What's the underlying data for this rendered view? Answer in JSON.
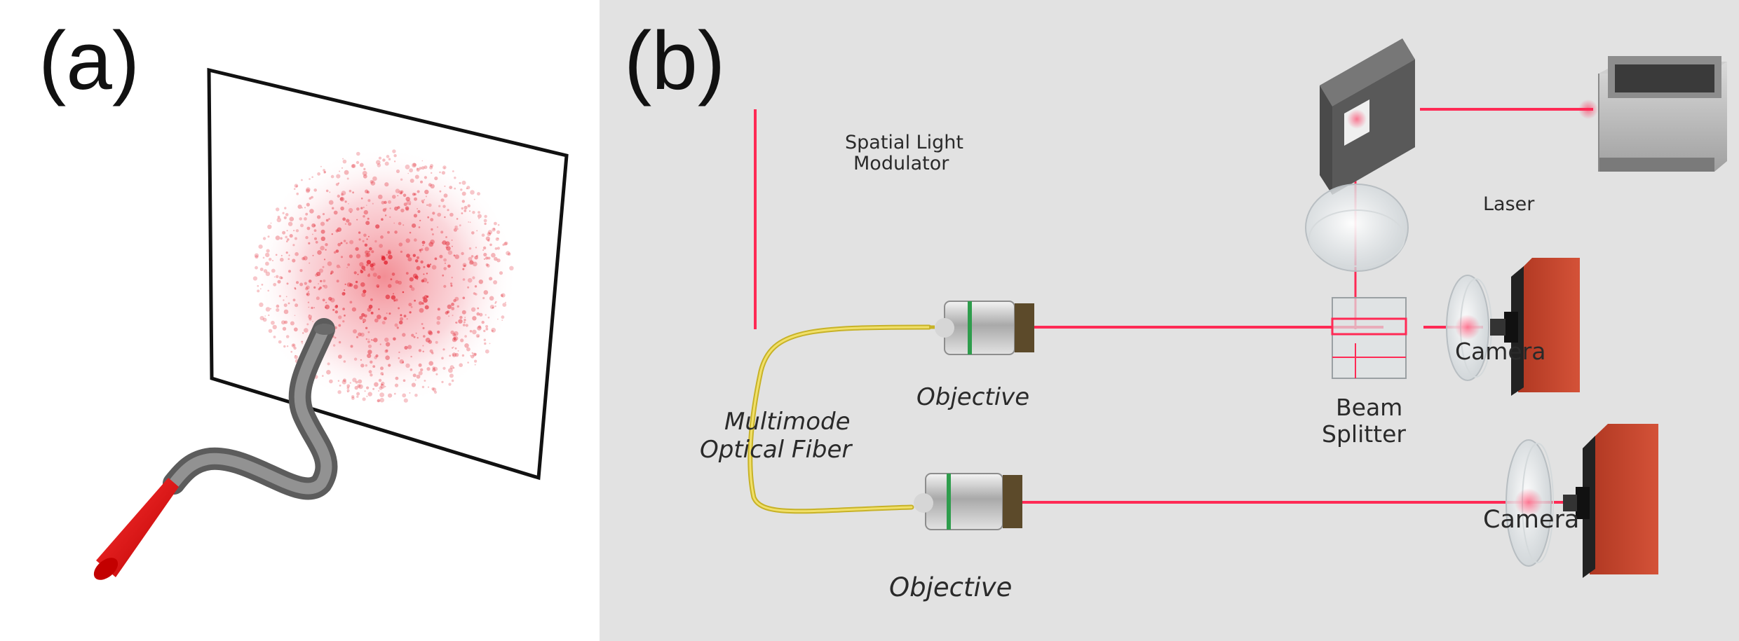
{
  "panels": {
    "a": {
      "letter": "(a)"
    },
    "b": {
      "letter": "(b)"
    }
  },
  "labels": {
    "slm_line1": "Spatial Light",
    "slm_line2": "Modulator",
    "laser": "Laser",
    "camera_top": "Camera",
    "camera_bottom": "Camera",
    "objective_top": "Objective",
    "objective_bottom": "Objective",
    "beam_splitter_line1": "Beam",
    "beam_splitter_line2": "Splitter",
    "fiber_line1": "Multimode",
    "fiber_line2": "Optical Fiber"
  },
  "colors": {
    "beam": "#ff2a55",
    "fiber_yellow": "#e8d23a",
    "fiber_gray": "#7a7a7a",
    "camera_red": "#c8412b",
    "speckle_red": "#e0212e",
    "cone_red": "#ee1111"
  }
}
